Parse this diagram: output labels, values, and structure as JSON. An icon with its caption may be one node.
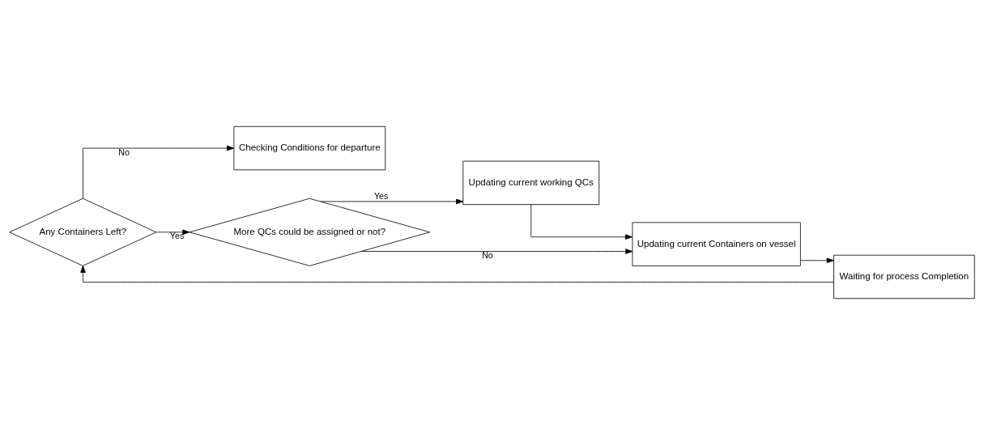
{
  "diagram": {
    "nodes": [
      {
        "text": [
          "Any Containers Left?"
        ]
      },
      {
        "text": [
          "Checking Conditions for departure"
        ]
      },
      {
        "text": [
          "More QCs could be assigned or not?"
        ]
      },
      {
        "text": [
          "Updating current working QCs"
        ]
      },
      {
        "text": [
          "Updating current Containers on vessel"
        ]
      },
      {
        "text": [
          "Waiting for process Completion"
        ]
      }
    ],
    "edges": [
      {
        "from": 0,
        "to": 1,
        "arrow": "to",
        "label": "No"
      },
      {
        "from": 0,
        "to": 2,
        "arrow": "to",
        "label": "Yes"
      },
      {
        "from": 2,
        "to": 4,
        "arrow": "to",
        "label": "No"
      },
      {
        "from": 2,
        "to": 3,
        "arrow": "to",
        "label": "Yes"
      },
      {
        "from": 3,
        "to": 4,
        "arrow": "to"
      },
      {
        "from": 4,
        "to": 5,
        "arrow": "to"
      },
      {
        "from": 5,
        "to": 0,
        "arrow": "to"
      }
    ]
  }
}
